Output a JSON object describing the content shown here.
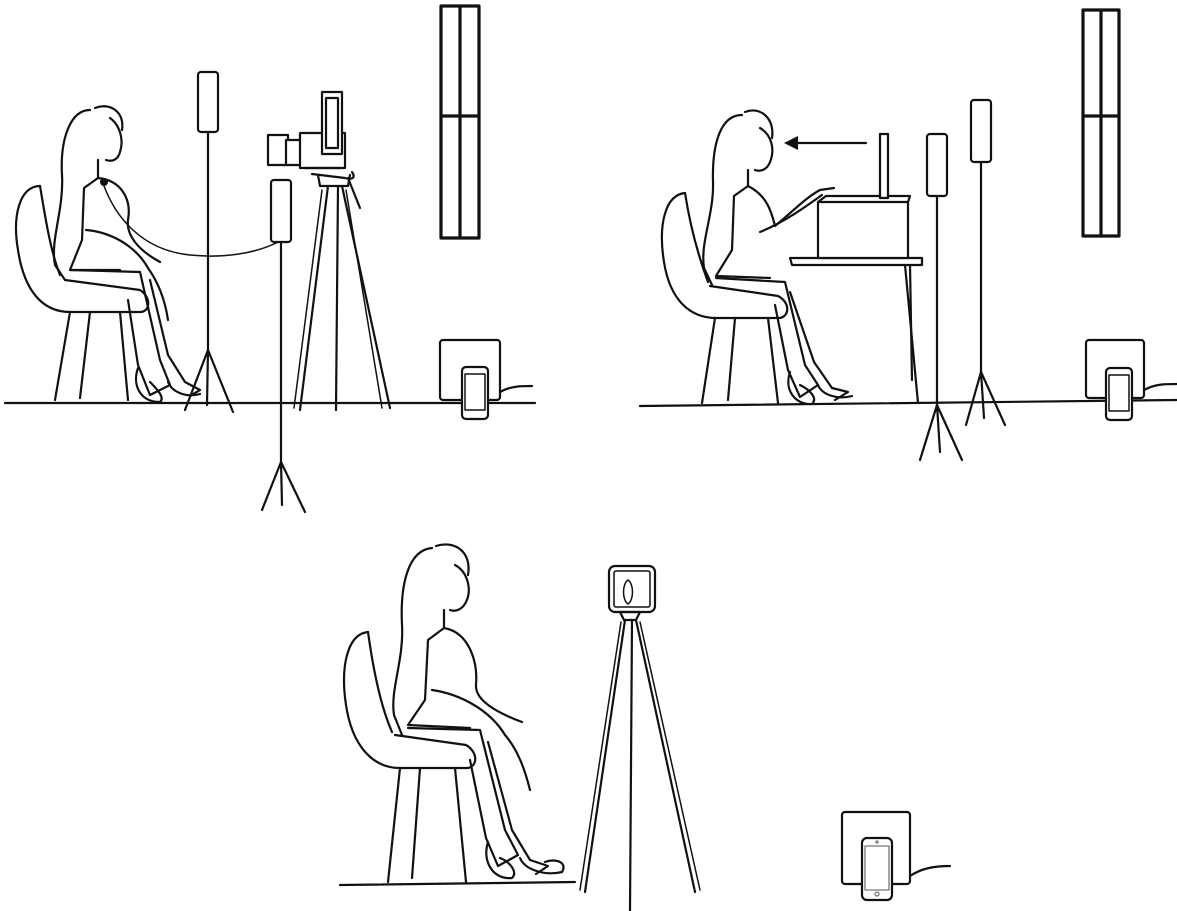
{
  "panels": [
    {
      "id": "panel-top-left"
    },
    {
      "id": "panel-top-right"
    },
    {
      "id": "panel-bottom"
    }
  ],
  "colors": {
    "line": "#111111",
    "background": "#ffffff"
  }
}
